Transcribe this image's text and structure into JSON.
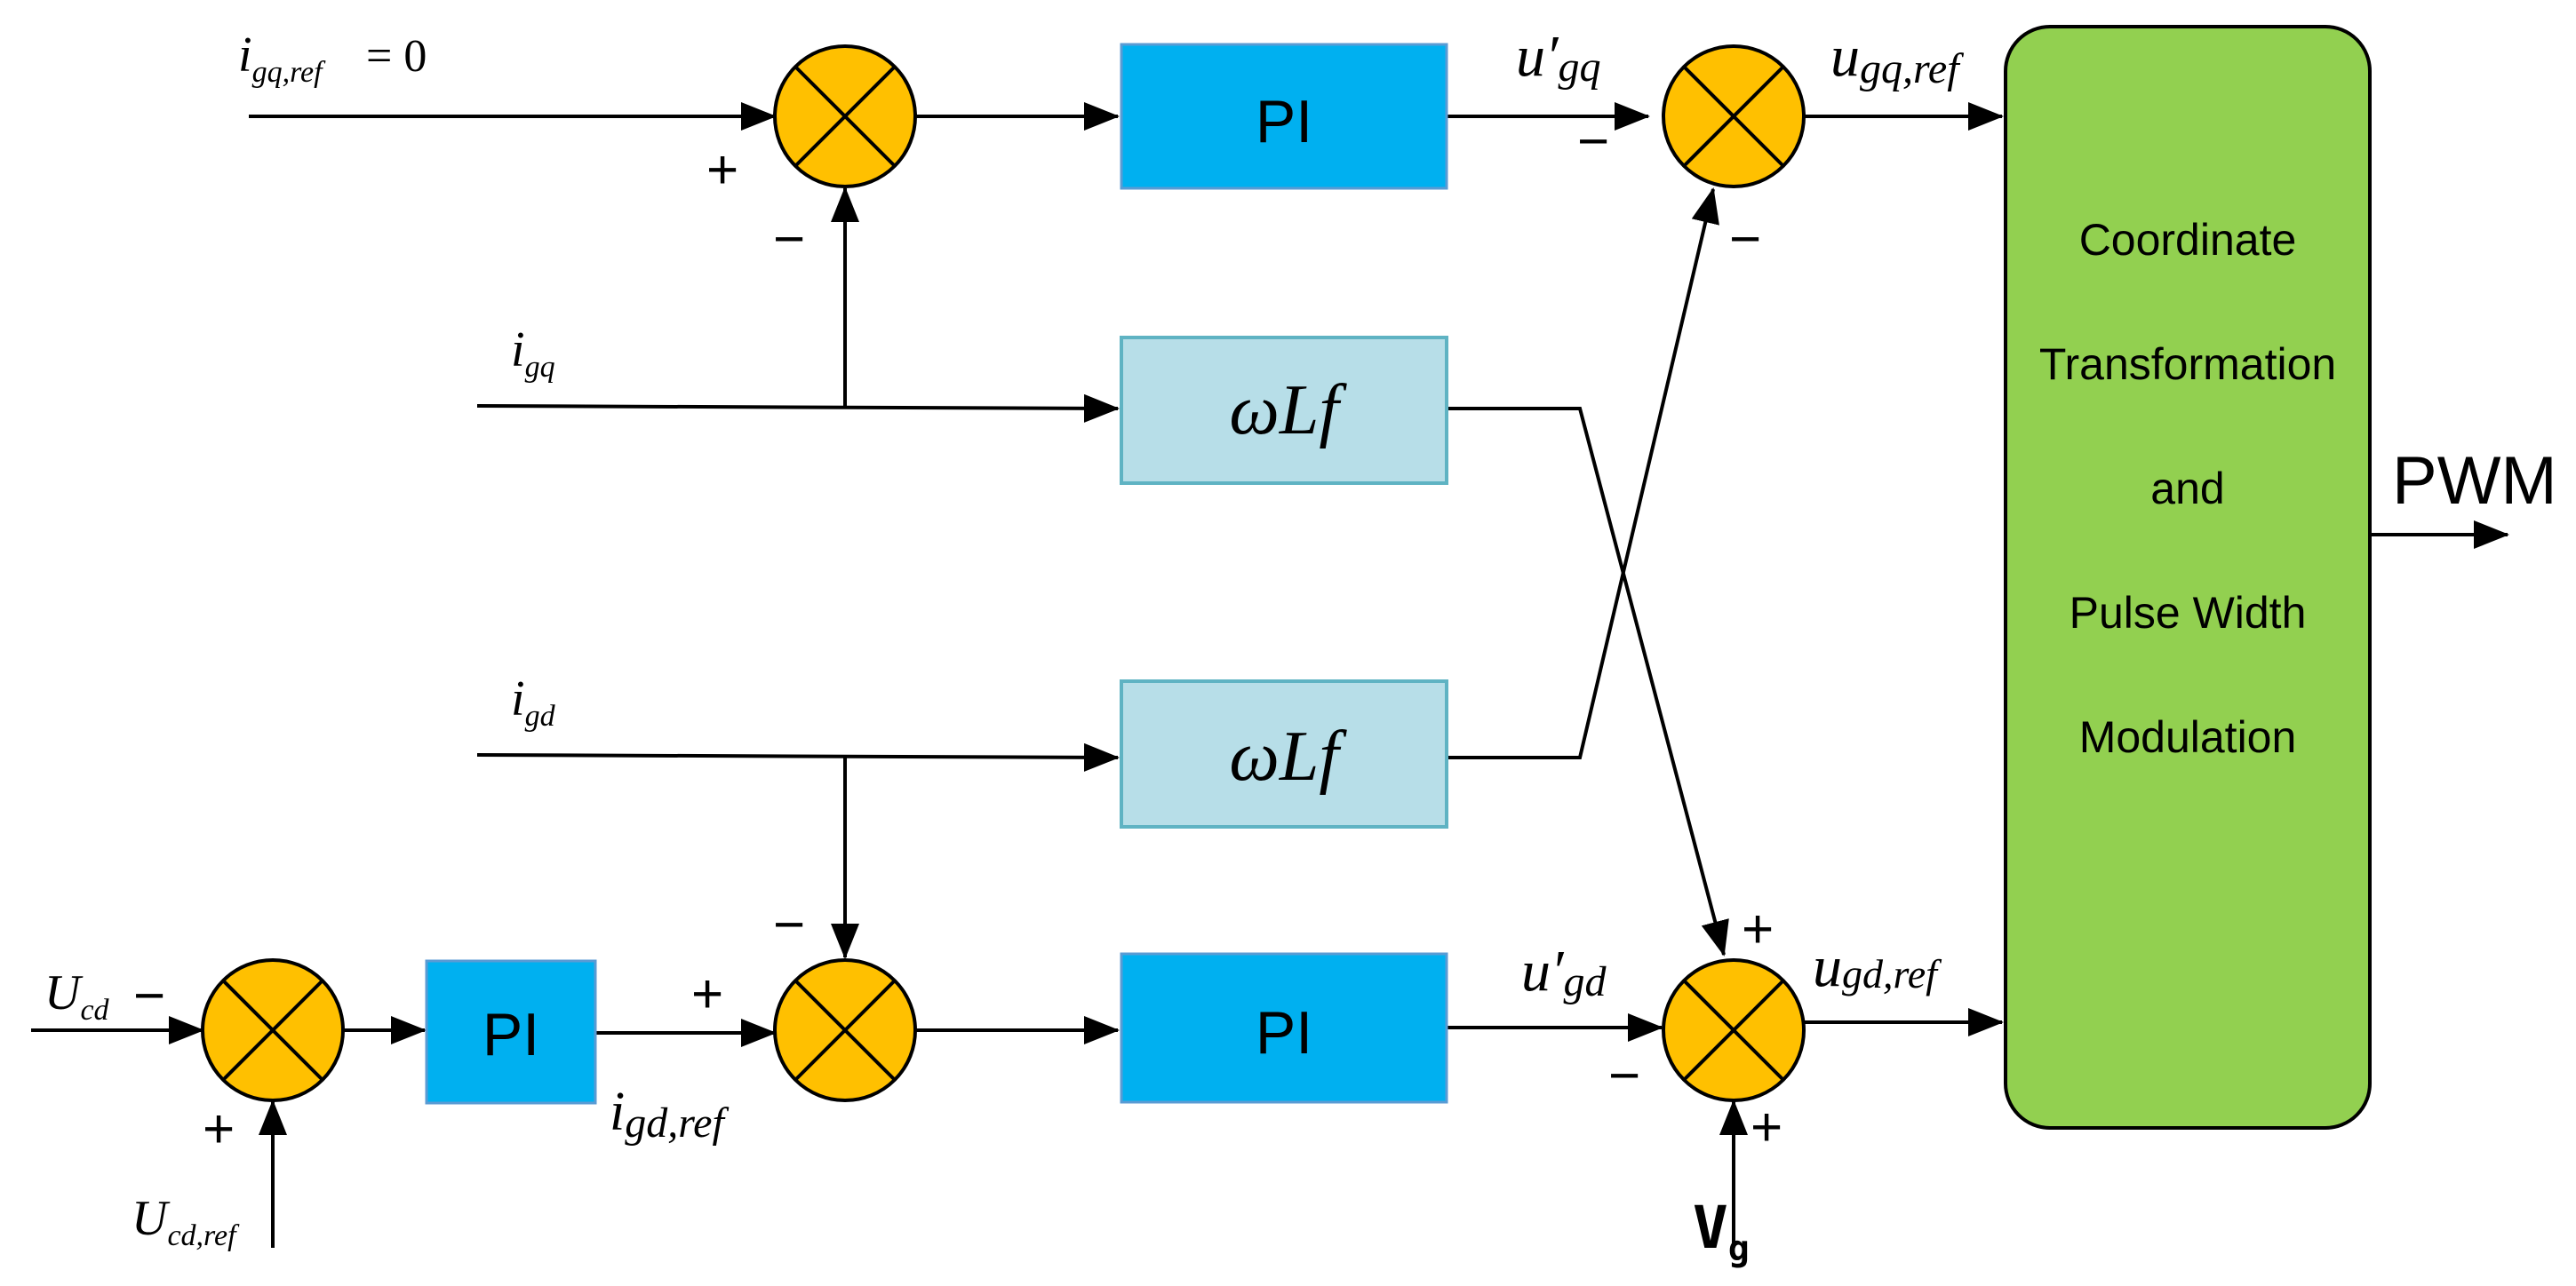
{
  "colors": {
    "pi_block": "#00b0f0",
    "omega_block": "#b7dee8",
    "omega_block_border": "#5fb3c3",
    "summer": "#ffc000",
    "modulator": "#92d050",
    "line": "#000000"
  },
  "icons": {
    "summer": "summing-junction-icon",
    "arrow": "arrowhead-icon"
  },
  "blocks": {
    "pi_q": "PI",
    "omega_q": "ωLf",
    "omega_d": "ωLf",
    "pi_d": "PI",
    "pi_dc": "PI",
    "modulator_lines": [
      "Coordinate",
      "Transformation",
      "and",
      "Pulse Width",
      "Modulation"
    ]
  },
  "signals": {
    "igq_ref": {
      "main": "i",
      "sub": "gq,ref",
      "suffix": "= 0"
    },
    "igq": {
      "main": "i",
      "sub": "gq"
    },
    "igd": {
      "main": "i",
      "sub": "gd"
    },
    "ucd": {
      "main": "U",
      "sub": "cd"
    },
    "ucd_ref": {
      "main": "U",
      "sub": "cd,ref"
    },
    "igd_ref": {
      "main": "i",
      "sub": "gd,ref"
    },
    "uq_prime": {
      "main": "u′",
      "sub": "gq"
    },
    "ud_prime": {
      "main": "u′",
      "sub": "gd"
    },
    "ugq_ref": {
      "main": "u",
      "sub": "gq,ref"
    },
    "ugd_ref": {
      "main": "u",
      "sub": "gd,ref"
    },
    "vg": {
      "main": "V",
      "sub": "g"
    },
    "pwm": "PWM"
  },
  "signs": {
    "plus": "+",
    "minus": "−"
  }
}
